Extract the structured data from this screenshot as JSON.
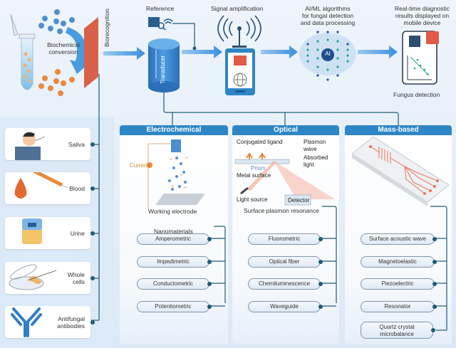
{
  "top_flow": {
    "biochemical_conversion": "Biochemical\nconversion",
    "biorecognition": "Biorecognition",
    "reference": "Reference",
    "transducer": "Transducer",
    "signal_amplification": "Signal amplification",
    "ai_ml": "AI/ML algorithms\nfor fungal detection\nand data processing",
    "ai_badge": "AI",
    "realtime": "Real-time diagnostic\nresults displayed on\nmobile device",
    "fungus_detection": "Fungus detection"
  },
  "samples": [
    {
      "label": "Saliva",
      "icon": "person-saliva-icon"
    },
    {
      "label": "Blood",
      "icon": "blood-drop-syringe-icon"
    },
    {
      "label": "Urine",
      "icon": "urine-bag-icon"
    },
    {
      "label": "Whole\ncells",
      "icon": "petri-dish-icon"
    },
    {
      "label": "Antifungal\nantibodies",
      "icon": "antibody-icon"
    }
  ],
  "panels": [
    {
      "title": "Electrochemical",
      "illustration": {
        "current": "Current",
        "working_electrode": "Working electrode",
        "nanomaterials": "Nanomaterials"
      },
      "methods": [
        "Amperometric",
        "Impedimetric",
        "Conductometric",
        "Potentiometric"
      ]
    },
    {
      "title": "Optical",
      "illustration": {
        "conjugated_ligand": "Conjugated ligand",
        "plasmon_wave": "Plasmon\nwave",
        "prism": "Prism",
        "absorbed_light": "Absorbed\nlight",
        "metal_surface": "Metal surface",
        "light_source": "Light source",
        "detector": "Detector",
        "caption": "Surface plasmon resonance"
      },
      "methods": [
        "Fluorometric",
        "Optical fiber",
        "Chemiluminescence",
        "Waveguide"
      ]
    },
    {
      "title": "Mass-based",
      "illustration": {
        "chip": "microfluidic-chip-icon"
      },
      "methods": [
        "Surface acoustic wave",
        "Magnetoelastic",
        "Piezoelectric",
        "Resonator",
        "Quartz crystal\nmicrobalance"
      ]
    }
  ],
  "colors": {
    "header_blue": "#2f86c6",
    "connector": "#1f5c75",
    "arrow_blue": "#4a9be0",
    "membrane_red": "#d9614a",
    "orange": "#e9893a",
    "alert_red": "#e05a47"
  }
}
